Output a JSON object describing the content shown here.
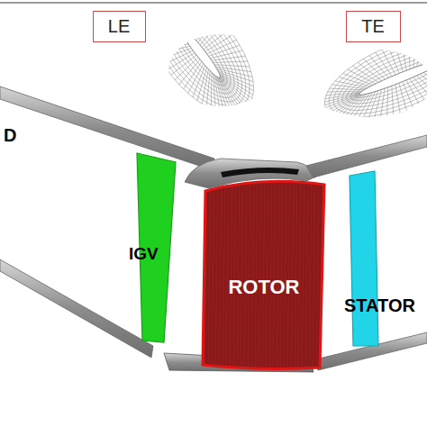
{
  "diagram": {
    "nodes": [
      {
        "text": [
          "LE"
        ]
      },
      {
        "text": [
          "TE"
        ]
      },
      {
        "text": [
          "IGV"
        ]
      },
      {
        "text": [
          "ROTOR"
        ]
      },
      {
        "text": [
          "STATOR"
        ]
      }
    ],
    "labels": [
      "D"
    ]
  }
}
